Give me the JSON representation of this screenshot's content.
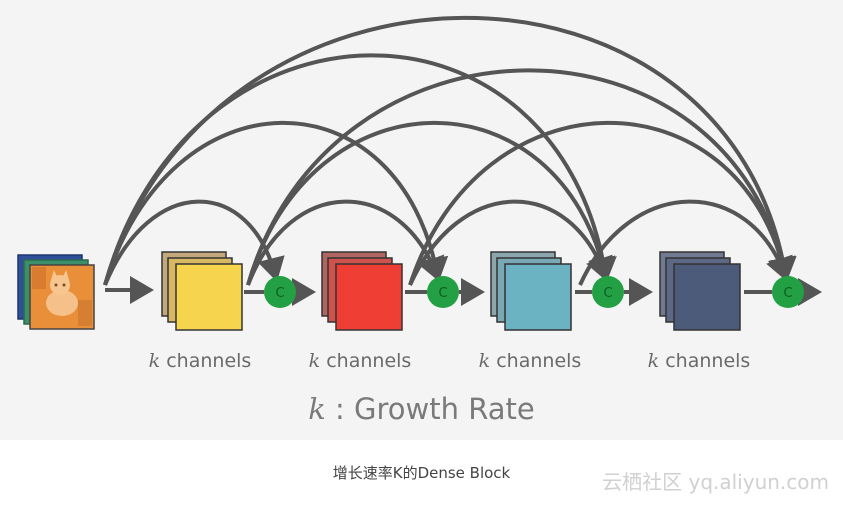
{
  "labels": {
    "k": "k",
    "channels_suffix": "channels",
    "growth_k": "k",
    "growth_rest": " : Growth Rate",
    "concat_symbol": "C"
  },
  "caption": "增长速率K的Dense Block",
  "watermark": "云栖社区 yq.aliyun.com",
  "colors": {
    "panel_bg": "#f4f4f4",
    "arrow": "#555555",
    "concat_green": "#22a043",
    "block1": [
      "#f7d44e",
      "#d9b864",
      "#c4a77a"
    ],
    "block2": [
      "#ef3e33",
      "#d0524c",
      "#b06660"
    ],
    "block3": [
      "#6bb2c3",
      "#79a9b5",
      "#8ca6ae"
    ],
    "block4": [
      "#4d5b7b",
      "#5d6884",
      "#707a92"
    ]
  }
}
